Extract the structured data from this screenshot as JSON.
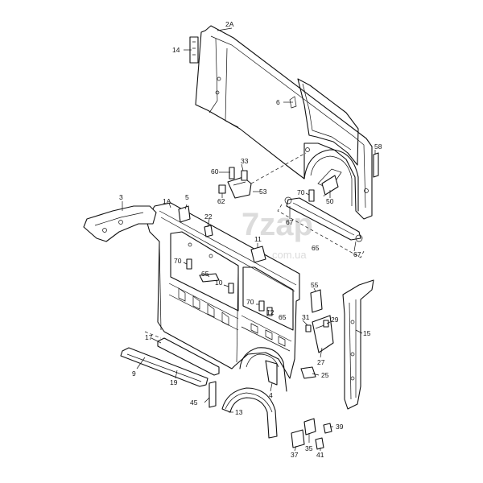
{
  "watermark": {
    "brand": "7zap",
    "domain": "com.ua"
  },
  "callouts": {
    "c2A": "2A",
    "c14": "14",
    "c6": "6",
    "c58": "58",
    "c33": "33",
    "c60": "60",
    "c53": "53",
    "c62": "62",
    "c70a": "70",
    "c50": "50",
    "c67a": "67",
    "c65a": "65",
    "c67b": "67",
    "c3": "3",
    "c1A": "1A",
    "c5": "5",
    "c22": "22",
    "c11": "11",
    "c70b": "70",
    "c65b": "65",
    "c10": "10",
    "c55": "55",
    "c70c": "70",
    "c12": "12",
    "c65c": "65",
    "c31": "31",
    "c29": "29",
    "c15": "15",
    "c27": "27",
    "c17": "17",
    "c9": "9",
    "c19": "19",
    "c25": "25",
    "c4": "4",
    "c45": "45",
    "c13": "13",
    "c39": "39",
    "c35": "35",
    "c37": "37",
    "c41": "41"
  }
}
